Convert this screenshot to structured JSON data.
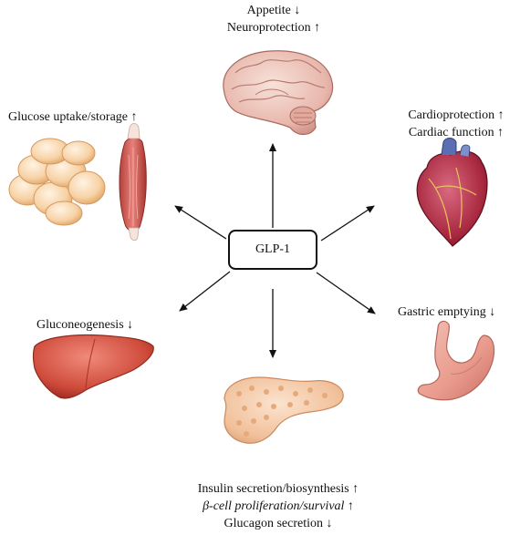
{
  "center": {
    "label": "GLP-1"
  },
  "effects": {
    "brain": [
      "Appetite ↓",
      "Neuroprotection ↑"
    ],
    "adipose_muscle": [
      "Glucose uptake/storage ↑"
    ],
    "heart": [
      "Cardioprotection ↑",
      "Cardiac function ↑"
    ],
    "liver": [
      "Gluconeogenesis ↓"
    ],
    "stomach": [
      "Gastric emptying ↓"
    ],
    "pancreas": [
      "Insulin secretion/biosynthesis ↑",
      "β-cell proliferation/survival ↑",
      "Glucagon secretion ↓"
    ]
  }
}
